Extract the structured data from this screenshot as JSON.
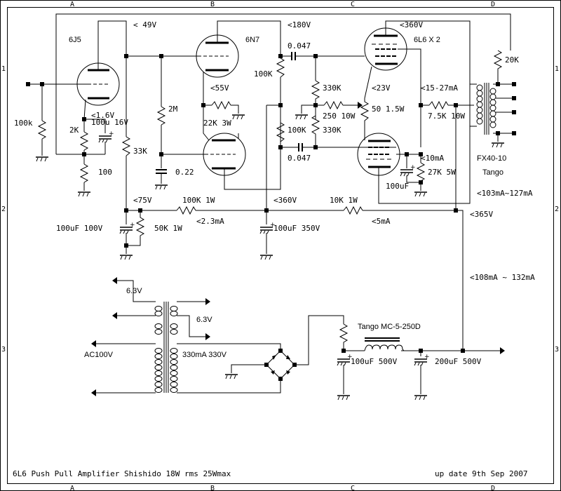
{
  "frame": {
    "columns": [
      "A",
      "B",
      "C",
      "D"
    ],
    "rows": [
      "1",
      "2",
      "3"
    ]
  },
  "title_block": {
    "title": "6L6 Push Pull Amplifier Shishido 18W rms 25Wmax",
    "date": "up date 9th Sep 2007"
  },
  "tubes": {
    "v1": "6J5",
    "v2": "6N7",
    "v3": "6L6 X 2"
  },
  "labels": {
    "v49": "< 49V",
    "v180": "<180V",
    "v360a": "<360V",
    "v55": "<55V",
    "v16": "<1.6V",
    "c100u16": "100u 16V",
    "r100k_in": "100k",
    "r2k": "2K",
    "r100": "100",
    "r33k": "33K",
    "r2m": "2M",
    "c022": "0.22",
    "r22k3w": "22K 3W",
    "r100k_a": "100K",
    "r100k_b": "100K",
    "c047a": "0.047",
    "c047b": "0.047",
    "r330k_a": "330K",
    "r330k_b": "330K",
    "r250": "250 10W",
    "v23": "<23V",
    "pot50": "50 1.5W",
    "i15_27": "<15-27mA",
    "r7_5k": "7.5K 10W",
    "i10": "<10mA",
    "r27k": "27K 5W",
    "c100uf": "100uF",
    "r20k": "20K",
    "otx": "FX40-10",
    "otx_brand": "Tango",
    "i103_127": "<103mA~127mA",
    "v75": "<75V",
    "r100k1w": "100K 1W",
    "i2_3": "<2.3mA",
    "c100uf100v": "100uF 100V",
    "r50k1w": "50K 1W",
    "v360b": "<360V",
    "c100uf350v": "100uF 350V",
    "r10k1w": "10K 1W",
    "i5": "<5mA",
    "v365": "<365V",
    "i108_132": "<108mA ~ 132mA",
    "h63a": "6.3V",
    "h63b": "6.3V",
    "ac100": "AC100V",
    "sec330": "330mA 330V",
    "choke": "Tango MC-5-250D",
    "c100uf500v": "100uF 500V",
    "c200uf500v": "200uF 500V"
  }
}
